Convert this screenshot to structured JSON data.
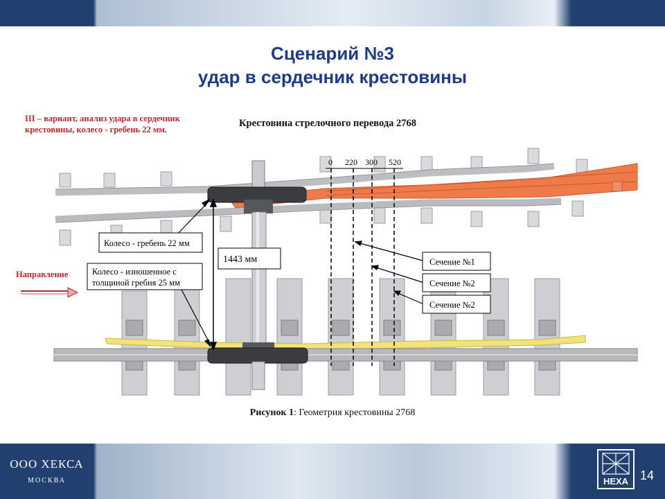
{
  "slide": {
    "title_line1": "Сценарий №3",
    "title_line2": "удар в сердечник крестовины",
    "variant_note": "III – вариант, анализ удара в сердечник крестовины, колесо - гребень 22 мм.",
    "diagram_title": "Крестовина стрелочного перевода 2768",
    "caption_bold": "Рисунок 1",
    "caption_rest": ": Геометрия крестовины 2768",
    "company_name": "ООО ХЕКСА",
    "company_city": "МОСКВА",
    "logo_text": "HEXA",
    "page_number": "14"
  },
  "diagram": {
    "direction_label": "Направление",
    "wheel_label_1": "Колесо - гребень 22 мм",
    "wheel_label_2_line1": "Колесо - изношенное с",
    "wheel_label_2_line2": "толщиной гребня 25 мм",
    "gauge_label": "1443 мм",
    "section_ticks": [
      "0",
      "220",
      "300",
      "520"
    ],
    "section_labels": [
      "Сечение №1",
      "Сечение №2",
      "Сечение №2"
    ]
  },
  "colors": {
    "title": "#1f3a8a",
    "accent_red": "#c0282f",
    "frog_orange": "#f07a4a",
    "rail_yellow": "#f2e27a",
    "band_navy": "#21406f"
  }
}
